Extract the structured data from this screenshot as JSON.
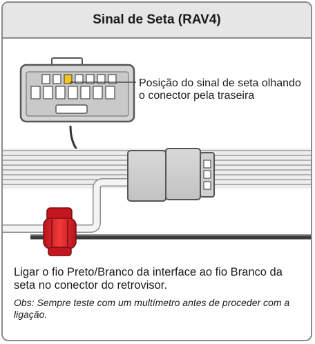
{
  "header": {
    "title": "Sinal de Seta (RAV4)"
  },
  "callout": {
    "label": "Posição do sinal de seta olhando o conector pela traseira"
  },
  "instructions": {
    "text": "Ligar o fio Preto/Branco da interface ao fio Branco da seta no conector do retrovisor."
  },
  "note": {
    "text": "Obs: Sempre teste com um multímetro antes de proceder com a ligação."
  },
  "colors": {
    "highlight_pin": "#f5c518",
    "splice_clip": "#e32322",
    "header_bg": "#e6e6e6",
    "border": "#8a8a8a"
  }
}
